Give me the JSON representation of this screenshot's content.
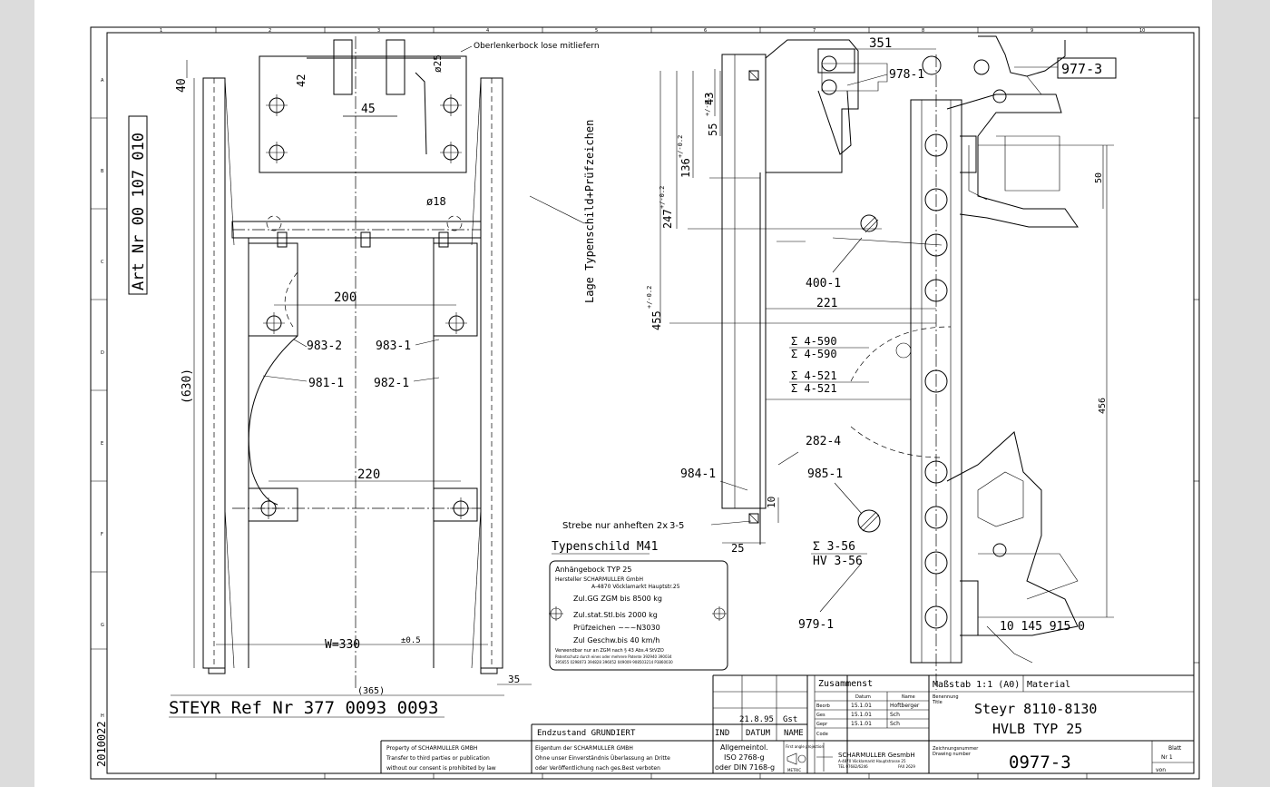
{
  "drawing": {
    "art_nr": "Art Nr 00 107 010",
    "ref_nr": "STEYR Ref Nr 377 0093 0093",
    "side_code": "2010022",
    "lage_typenschild": "Lage Typenschild+Prüfzeichen",
    "oberlenker_note": "Oberlenkerbock lose mitliefern",
    "strebe_note": "Strebe nur anheften 2x",
    "strebe_weld": "3-5",
    "typenschild_title": "Typenschild M41"
  },
  "dimensions": {
    "d40": "40",
    "d42": "42",
    "d45": "45",
    "d25": "ø25",
    "d18": "ø18",
    "d200": "200",
    "d220": "220",
    "d630": "(630)",
    "d365": "(365)",
    "w330": "W=330",
    "w330_tol": "±0.5",
    "d35": "35",
    "d351": "351",
    "d43": "43",
    "d55": "55",
    "d55_tol": "+/-0.2",
    "d136": "136",
    "d136_tol": "+/-0.2",
    "d247": "247",
    "d247_tol": "+/-0.2",
    "d455": "455",
    "d455_tol": "+/-0.2",
    "d221": "221",
    "d25b": "25",
    "d10": "10",
    "d50": "50",
    "d456": "456"
  },
  "parts": {
    "p9783": "978-1",
    "p977": "977-3",
    "p400": "400-1",
    "p9832": "983-2",
    "p9831": "983-1",
    "p9811": "981-1",
    "p9821": "982-1",
    "p2824": "282-4",
    "p9841": "984-1",
    "p9851": "985-1",
    "p9791": "979-1",
    "p10145": "10 145 915 0"
  },
  "welds": {
    "w1a": "Σ 4-590",
    "w1b": "Σ 4-590",
    "w2a": "Σ 4-521",
    "w2b": "Σ 4-521",
    "w3a": "Σ 3-56",
    "w3b": "HV 3-56"
  },
  "nameplate": {
    "l1": "Anhängebock TYP 25",
    "l2a": "Hersteller SCHARMULLER GmbH",
    "l2b": "A-4870 Vöcklamarkt Hauptstr.25",
    "l3": "Zul.GG ZGM bis 8500 kg",
    "l4": "Zul.stat.Stl.bis 2000 kg",
    "l5": "Prüfzeichen ~~~N3030",
    "l6": "Zul Geschw.bis 40 km/h",
    "l7": "Verwendbar nur an ZGM nach § 43 Abs.4 StVZO",
    "l8": "Patentschutz durch eines oder mehrere Patente 392940 390034",
    "l9": "395655 0298073 394828 396052 049009 908503214 P3860030"
  },
  "titleblock": {
    "zusammenst": "Zusammenst",
    "datum": "Datum",
    "name": "Name",
    "beorb": "Beorb",
    "ges": "Ges",
    "gepr": "Gepr",
    "code": "Code",
    "beorb_d": "15.1.01",
    "ges_d": "15.1.01",
    "gepr_d": "15.1.01",
    "beorb_n": "Hoftberger",
    "ges_n": "Sch",
    "gepr_n": "Sch",
    "rev_date": "21.8.95",
    "rev_name": "Gst",
    "endzustand": "Endzustand GRUNDIERT",
    "ind": "IND",
    "datum_h": "DATUM",
    "name_h": "NAME",
    "massstab": "Maßstab 1:1 (A0)",
    "material": "Material",
    "benennung": "Benennung",
    "title_lbl": "Title",
    "title1": "Steyr 8110-8130",
    "title2": "HVLB TYP 25",
    "zeichnr_lbl": "Zeichnungsnummer",
    "drawnr_lbl": "Drawing number",
    "drawing_number": "0977-3",
    "blatt": "Blatt",
    "nr": "Nr 1",
    "von": "von",
    "tol1": "Allgemeintol.",
    "tol2": "ISO 2768-g",
    "tol3": "oder DIN 7168-g",
    "metric": "METRIC",
    "projection": "First angle projection",
    "company": "SCHARMULLER GesmbH",
    "company_addr": "A-4870 Vöcklamarkt Hauptstrasse 25",
    "company_tel": "TEL 07682/6246",
    "company_fax": "FAX 2629",
    "prop1": "Property of SCHARMULLER GMBH",
    "prop2": "Transfer to third parties or publication",
    "prop3": "without our consent is prohibited by law",
    "eig1": "Eigentum der SCHARMULLER GMBH",
    "eig2": "Ohne unser Einverständnis Überlassung an Dritte",
    "eig3": "oder Veröffentlichung nach ges.Best verboten"
  },
  "grid": {
    "cols": [
      "1",
      "2",
      "3",
      "4",
      "5",
      "6",
      "7",
      "8",
      "9",
      "10"
    ],
    "rows": [
      "A",
      "B",
      "C",
      "D",
      "E",
      "F",
      "G",
      "H"
    ]
  }
}
